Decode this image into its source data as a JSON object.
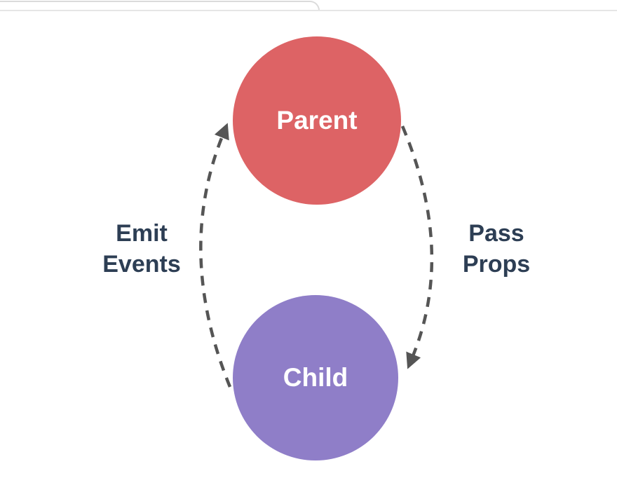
{
  "diagram": {
    "nodes": {
      "parent": {
        "label": "Parent",
        "color": "#dd6365",
        "text_color": "#ffffff"
      },
      "child": {
        "label": "Child",
        "color": "#8f7ec8",
        "text_color": "#ffffff"
      }
    },
    "labels": {
      "emit": {
        "line1": "Emit",
        "line2": "Events"
      },
      "pass": {
        "line1": "Pass",
        "line2": "Props"
      }
    },
    "colors": {
      "label_text": "#2d3e54",
      "arrow": "#555555"
    }
  }
}
